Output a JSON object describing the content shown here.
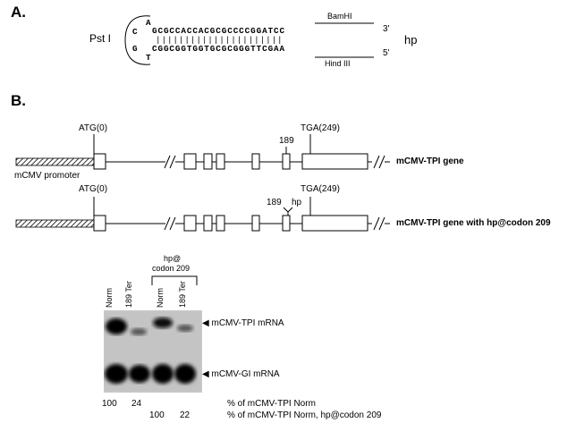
{
  "panel_a": {
    "label": "A.",
    "pst_label": "Pst I",
    "loop": {
      "top": "A",
      "left_top": "C",
      "left_bottom": "G",
      "bottom": "T"
    },
    "top_strand": "GCGCCACCACGCGCCCCGGATCC",
    "pairing": "||||||||||||||||||||||",
    "bottom_strand": "CGGCGGTGGTGCGCGGGTTCGAA",
    "top_end": "3'",
    "bottom_end": "5'",
    "hp_label": "hp",
    "bamhi_label": "BamHI",
    "hindiii_label": "Hind III"
  },
  "panel_b": {
    "label": "B.",
    "gene1": {
      "start_label": "ATG(0)",
      "stop_label": "TGA(249)",
      "codon_label": "189",
      "promoter_label": "mCMV promoter",
      "name": "mCMV-TPI gene"
    },
    "gene2": {
      "start_label": "ATG(0)",
      "stop_label": "TGA(249)",
      "codon_label": "189",
      "hp_label": "hp",
      "name": "mCMV-TPI gene with hp@codon 209"
    }
  },
  "blot": {
    "bracket_label": [
      "hp@",
      "codon 209"
    ],
    "lanes": [
      "Norm",
      "189 Ter",
      "Norm",
      "189 Ter"
    ],
    "band_labels": [
      "mCMV-TPI mRNA",
      "mCMV-GI mRNA"
    ],
    "row1": {
      "values": [
        "100",
        "24"
      ],
      "label": "% of mCMV-TPI Norm"
    },
    "row2": {
      "values": [
        "100",
        "22"
      ],
      "label": "% of mCMV-TPI Norm, hp@codon 209"
    }
  }
}
